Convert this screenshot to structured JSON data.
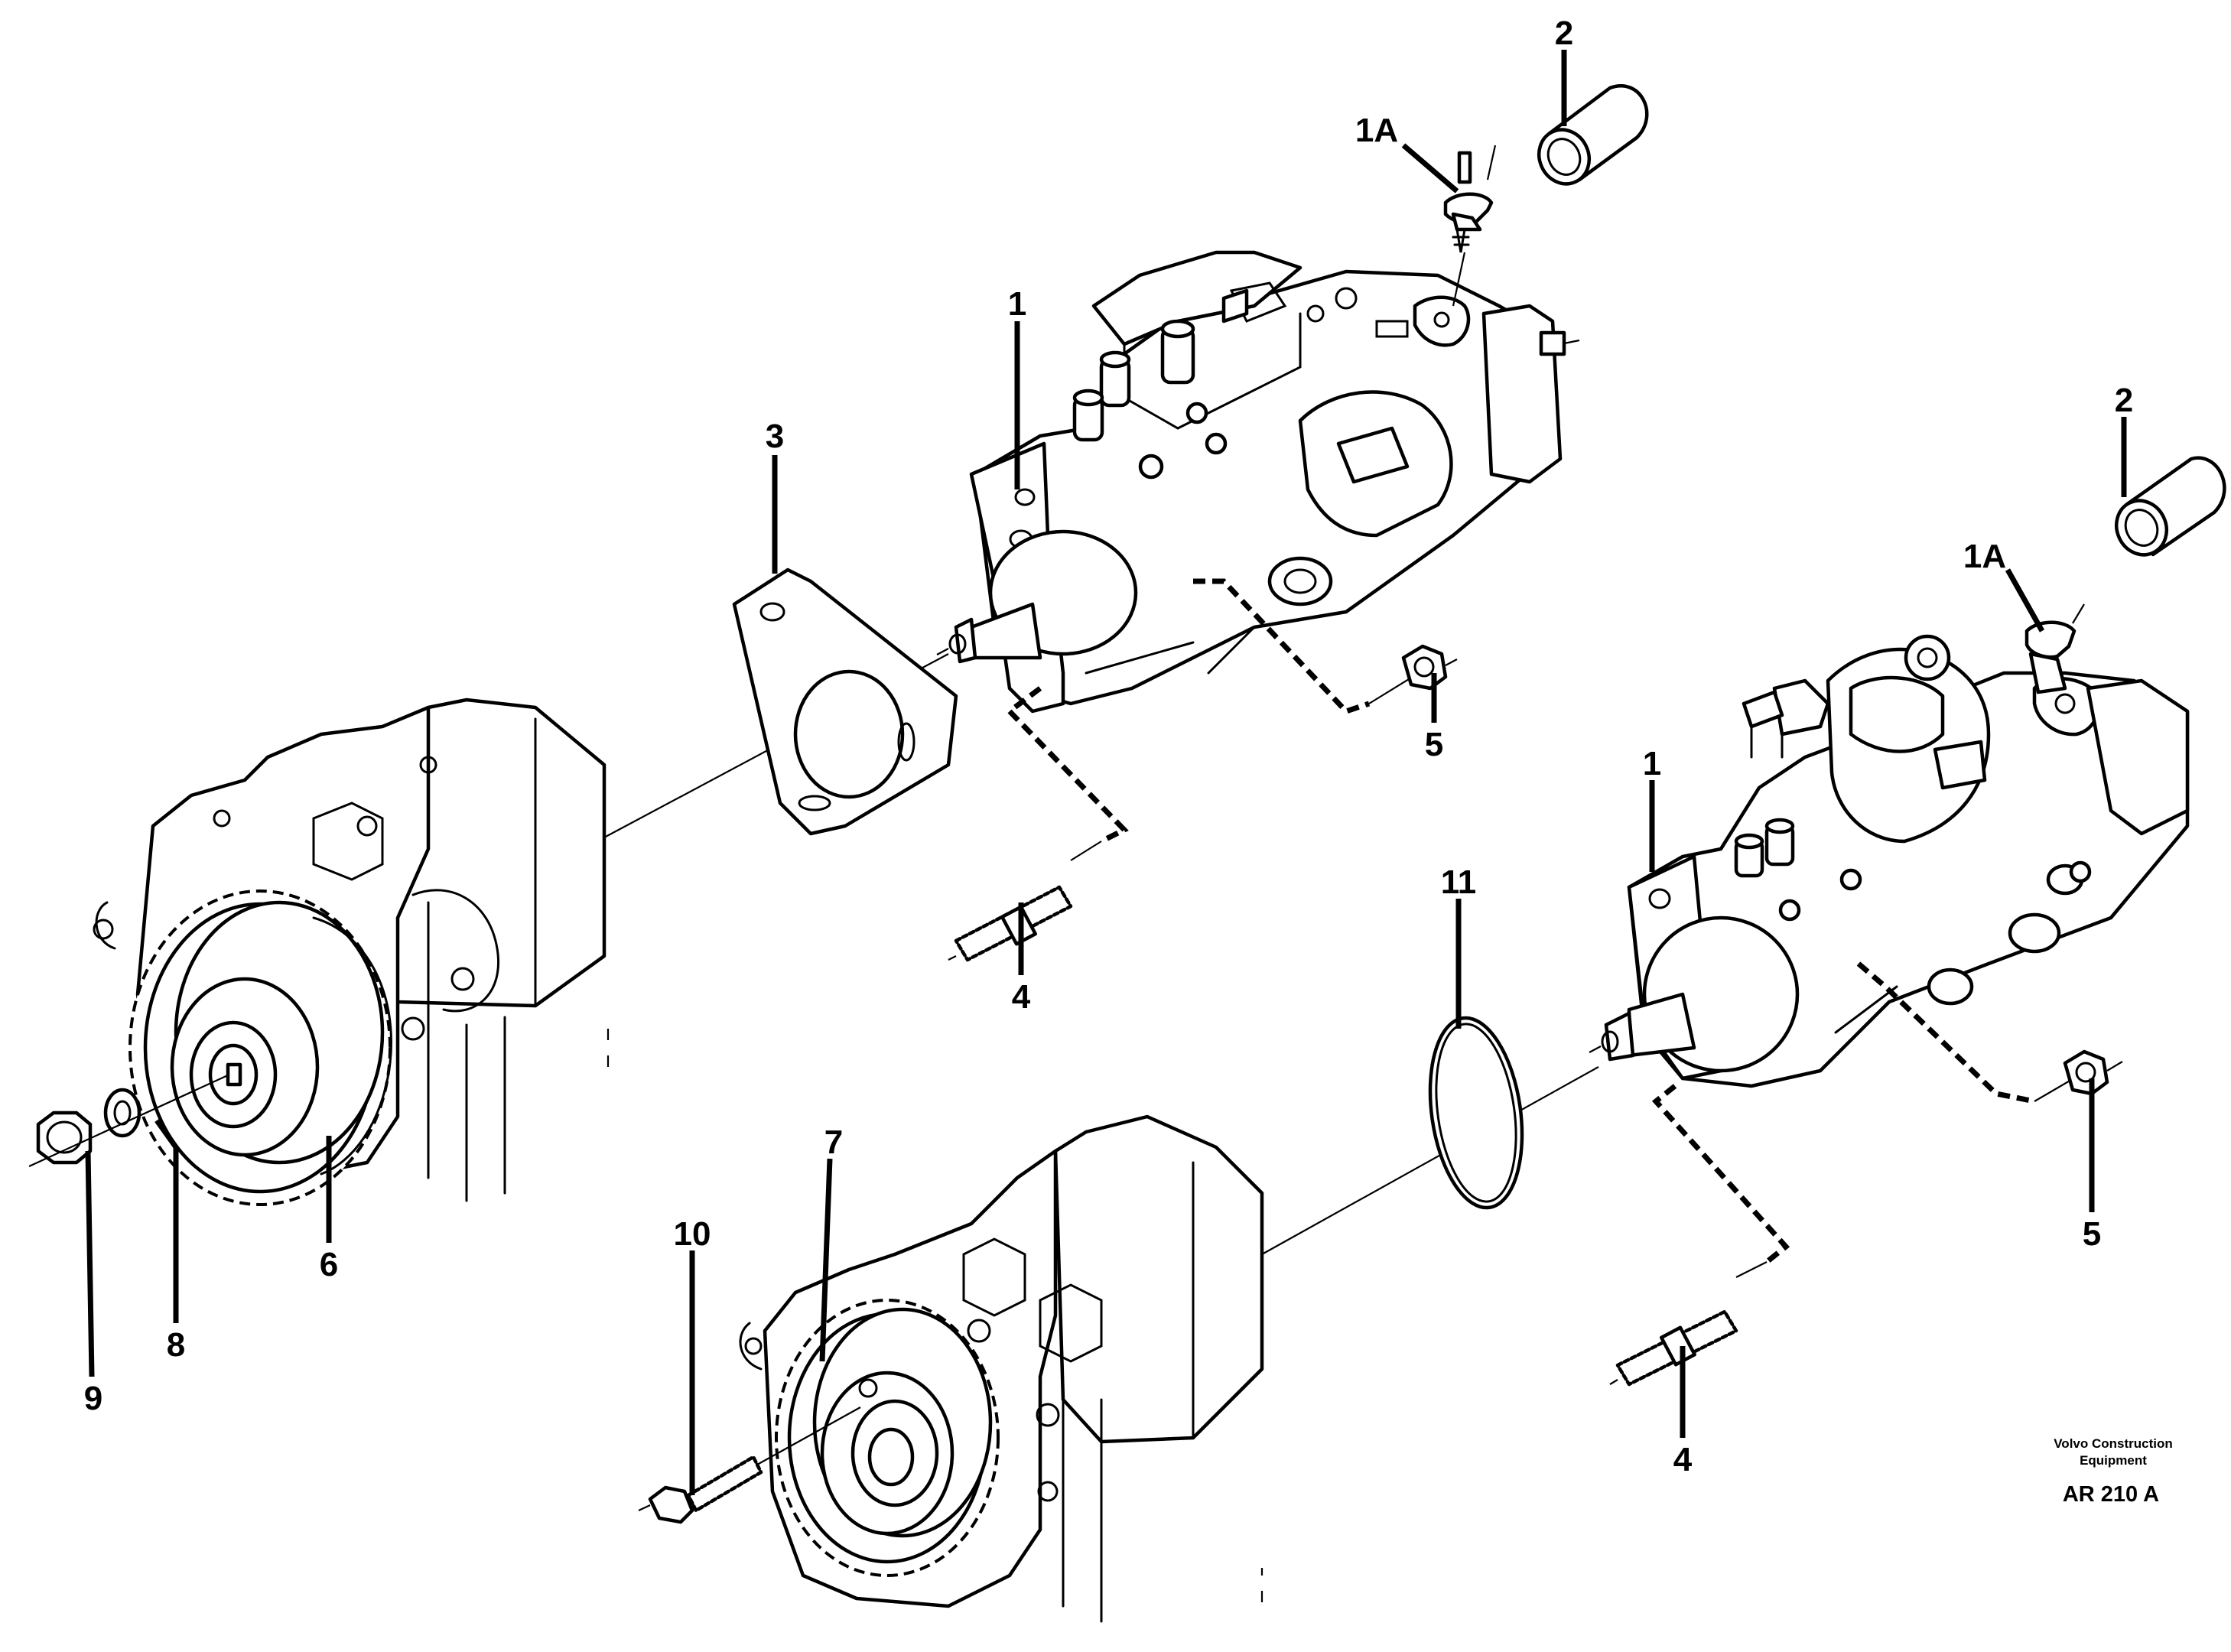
{
  "callouts": {
    "c1_top": "1",
    "c1_right": "1",
    "c1A_top": "1A",
    "c1A_right": "1A",
    "c2_top": "2",
    "c2_right": "2",
    "c3": "3",
    "c4_mid": "4",
    "c4_right": "4",
    "c5_mid": "5",
    "c5_right": "5",
    "c6": "6",
    "c7": "7",
    "c8": "8",
    "c9": "9",
    "c10": "10",
    "c11": "11"
  },
  "stamp": {
    "line1": "Volvo Construction",
    "line2": "Equipment",
    "code": "AR 210 A"
  },
  "colors": {
    "ink": "#000000",
    "paper": "#ffffff"
  }
}
